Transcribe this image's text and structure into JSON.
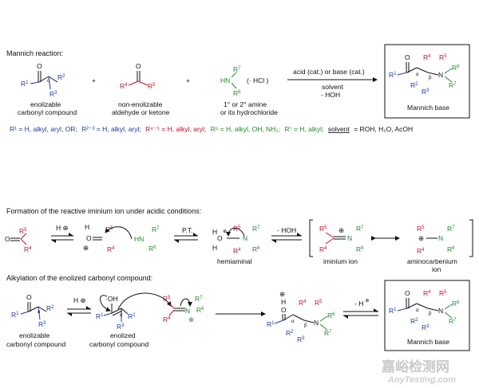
{
  "section1": {
    "title": "Mannich reaction:",
    "enolizable": [
      "enolizable",
      "carbonyl compound"
    ],
    "nonenolizable": [
      "non-enolizable",
      "aldehyde or ketone"
    ],
    "amine": [
      "1° or 2° amine",
      "or its hydrochloride"
    ],
    "hcl": "(· HCl )",
    "conditions_top": "acid (cat.) or base (cat.)",
    "conditions_bottom": [
      "solvent",
      "- HOH"
    ],
    "product_label": "Mannich base",
    "definitions": {
      "r1": "R¹ = H, alkyl, aryl, OR;",
      "r23": "R²⁻³ = H, alkyl, aryl;",
      "r45": "R⁴⁻⁵ = H, alkyl, aryl;",
      "r6": "R⁶ = H, alkyl, OH, NH₂;",
      "r7": "R⁷ = H, alkyl;",
      "solvent_label": "solvent",
      "solvent_value": "= ROH, H₂O, AcOH"
    }
  },
  "section2": {
    "title": "Formation of the reactive iminium ion under acidic conditions:",
    "pt": "P.T.",
    "minus_hoh": "- HOH",
    "hemiaminal": "hemiaminal",
    "iminium": "iminium ion",
    "aminocarbenium": [
      "aminocarbenium",
      "ion"
    ]
  },
  "section3": {
    "title": "Alkylation of the enolized carbonyl compound:",
    "enolizable": [
      "enolizable",
      "carbonyl compound"
    ],
    "enolized": [
      "enolized",
      "carbonyl compound"
    ],
    "minus_h": "- H",
    "product_label": "Mannich base"
  },
  "watermark": {
    "cn": "嘉峪检测网",
    "en": "AnyTesting.com"
  }
}
